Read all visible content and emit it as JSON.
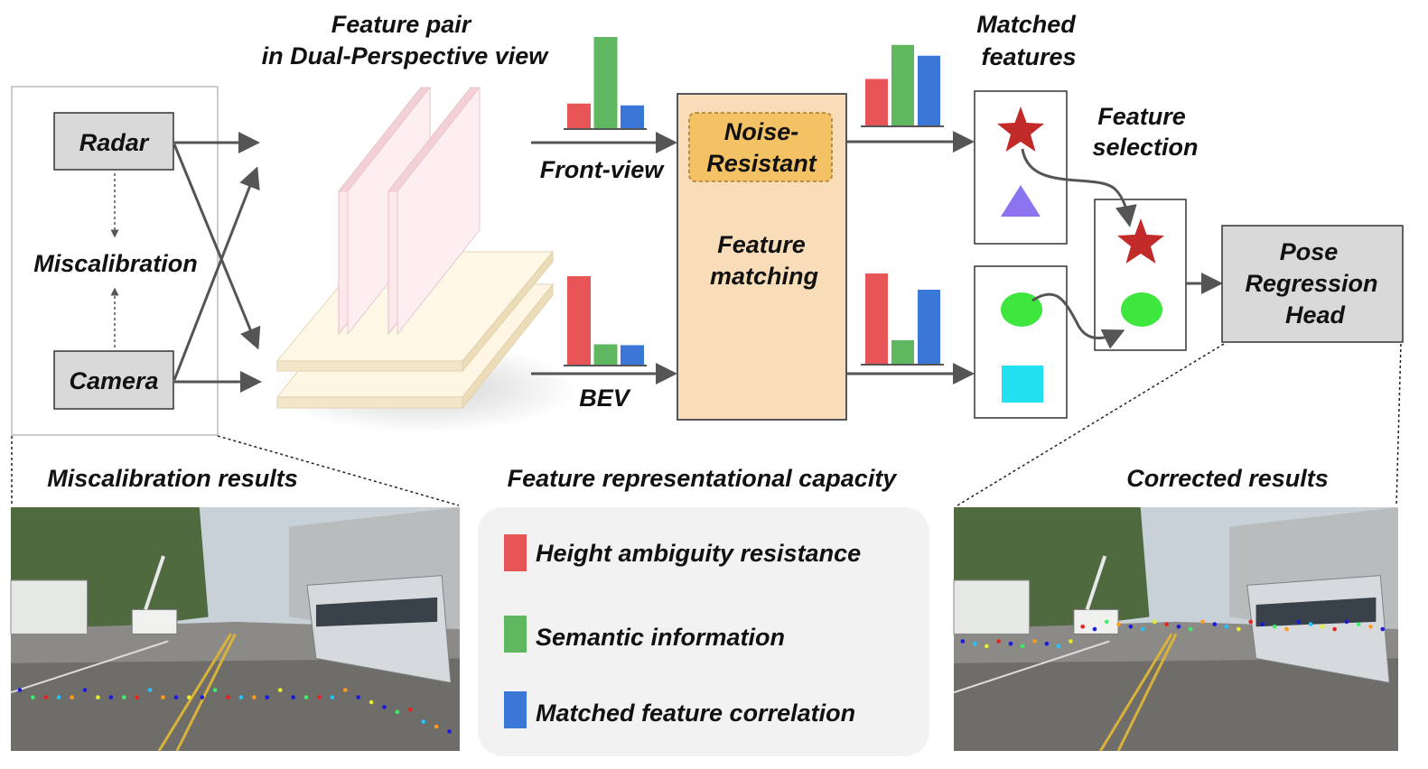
{
  "labels": {
    "feature_pair_line1": "Feature pair",
    "feature_pair_line2": "in Dual-Perspective view",
    "matched_features_line1": "Matched",
    "matched_features_line2": "features",
    "radar": "Radar",
    "camera": "Camera",
    "miscalibration": "Miscalibration",
    "front_view": "Front-view",
    "bev": "BEV",
    "noise_line1": "Noise-",
    "noise_line2": "Resistant",
    "feature_matching_line1": "Feature",
    "feature_matching_line2": "matching",
    "feature_selection_line1": "Feature",
    "feature_selection_line2": "selection",
    "pose_line1": "Pose",
    "pose_line2": "Regression",
    "pose_line3": "Head",
    "miscalibration_results": "Miscalibration results",
    "feature_capacity": "Feature representational capacity",
    "corrected_results": "Corrected results"
  },
  "legend": [
    {
      "label": "Height ambiguity resistance",
      "color": "#e85557"
    },
    {
      "label": "Semantic information",
      "color": "#5fb85f"
    },
    {
      "label": "Matched feature correlation",
      "color": "#3a77d6"
    }
  ],
  "colors": {
    "red": "#e85557",
    "green": "#5fb85f",
    "blue": "#3a77d6",
    "matching_block": "#f9ddb8",
    "noise_block": "#f3c265",
    "star": "#c22a2a",
    "triangle": "#8c74f0",
    "circle": "#3ee63e",
    "square": "#22e0f0"
  },
  "icons": [
    "star-icon",
    "triangle-icon",
    "circle-icon",
    "square-icon"
  ],
  "bar_groups": {
    "front_view_input": [
      0.27,
      1.0,
      0.25
    ],
    "bev_input": [
      1.0,
      0.23,
      0.22
    ],
    "front_view_output": [
      0.56,
      0.97,
      0.84
    ],
    "bev_output": [
      1.0,
      0.26,
      0.82
    ]
  }
}
